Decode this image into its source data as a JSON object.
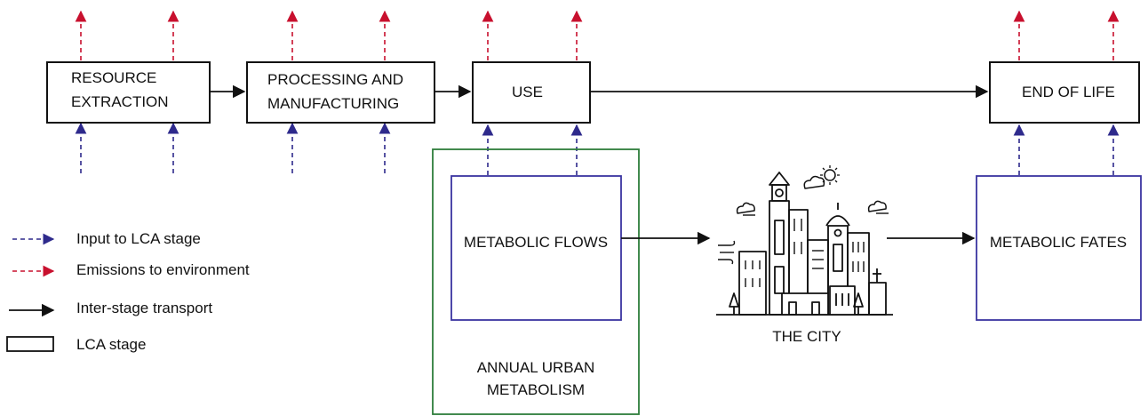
{
  "stages": [
    {
      "id": "resource-extraction",
      "lines": [
        "RESOURCE",
        "EXTRACTION"
      ]
    },
    {
      "id": "processing-manufacturing",
      "lines": [
        "PROCESSING AND",
        "MANUFACTURING"
      ]
    },
    {
      "id": "use",
      "lines": [
        "USE"
      ]
    },
    {
      "id": "end-of-life",
      "lines": [
        "END OF LIFE"
      ]
    }
  ],
  "urban_metabolism": {
    "label_lines": [
      "ANNUAL URBAN",
      "METABOLISM"
    ],
    "flows_label": "METABOLIC FLOWS"
  },
  "city": {
    "label": "THE CITY",
    "icon": "city-skyline-icon"
  },
  "fates_label": "METABOLIC FATES",
  "legend": [
    {
      "key": "input",
      "label": "Input to LCA stage",
      "icon": "dashed-blue-arrow-icon"
    },
    {
      "key": "emissions",
      "label": "Emissions to environment",
      "icon": "dashed-red-arrow-icon"
    },
    {
      "key": "transport",
      "label": "Inter-stage transport",
      "icon": "black-arrow-icon"
    },
    {
      "key": "stage",
      "label": "LCA stage",
      "icon": "rectangle-icon"
    }
  ],
  "colors": {
    "input": "#2e2a8c",
    "emissions": "#c8102e",
    "transport": "#111111",
    "urban_box": "#2e7d3a",
    "metabolic_box": "#3a34a0"
  }
}
